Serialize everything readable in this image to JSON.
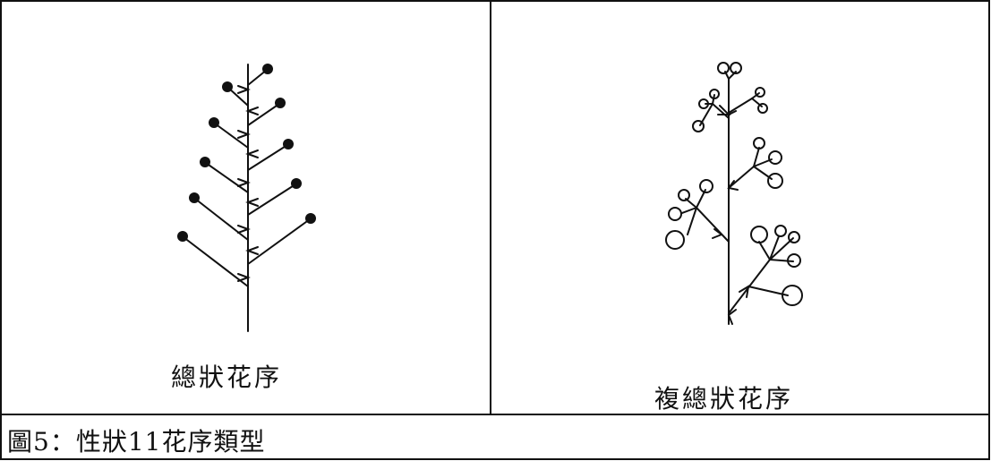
{
  "panels": [
    {
      "label": "總狀花序",
      "icon": "raceme-inflorescence-diagram"
    },
    {
      "label": "複總狀花序",
      "icon": "compound-raceme-inflorescence-diagram"
    }
  ],
  "caption": "圖5：性狀11花序類型",
  "colors": {
    "line": "#111111",
    "background": "#ffffff"
  }
}
